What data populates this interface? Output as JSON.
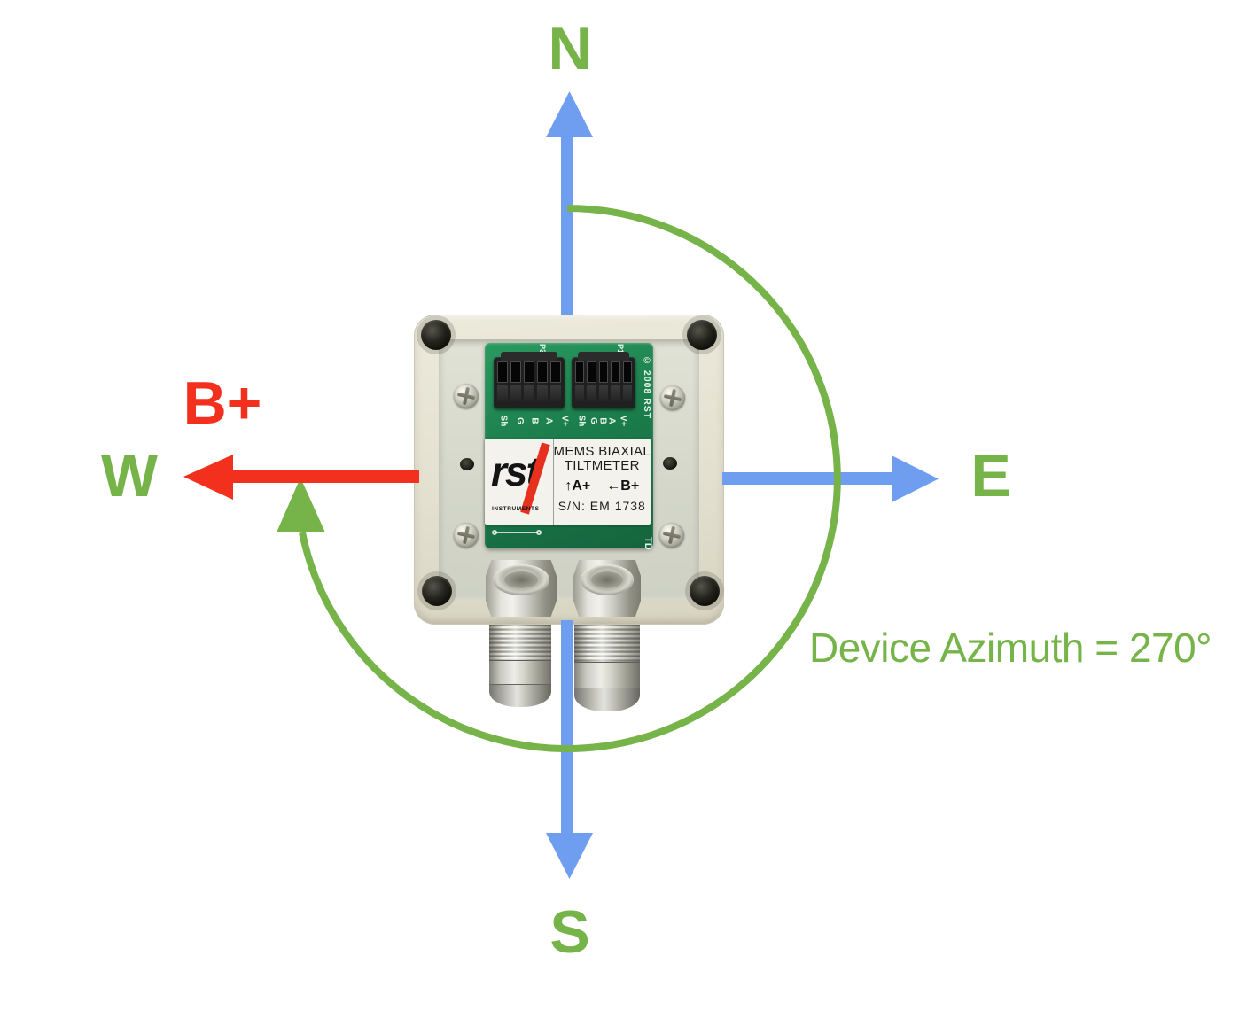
{
  "figure": {
    "compass": {
      "north": "N",
      "east": "E",
      "south": "S",
      "west": "W"
    },
    "b_axis_label": "B+",
    "azimuth_text": "Device Azimuth = 270°"
  },
  "colors": {
    "annotation_green": "#76b449",
    "annotation_blue": "#6f9ef0",
    "annotation_red": "#f3301d",
    "pcb_green": "#1b7d4c",
    "enclosure_beige": "#e3e0d0"
  },
  "device": {
    "label": {
      "logo": "rst",
      "logo_sub": "INSTRUMENTS",
      "line1": "MEMS BIAXIAL",
      "line2": "TILTMETER",
      "axis_a": "↑A+",
      "axis_b": "←B+",
      "serial": "S/N: EM 1738"
    },
    "pcb": {
      "copyright": "© 2008 RST",
      "corner_mark": "TD",
      "connector_left": "P3",
      "connector_right": "P1",
      "pins": [
        "Sh",
        "G",
        "B",
        "A",
        "V+"
      ]
    }
  }
}
